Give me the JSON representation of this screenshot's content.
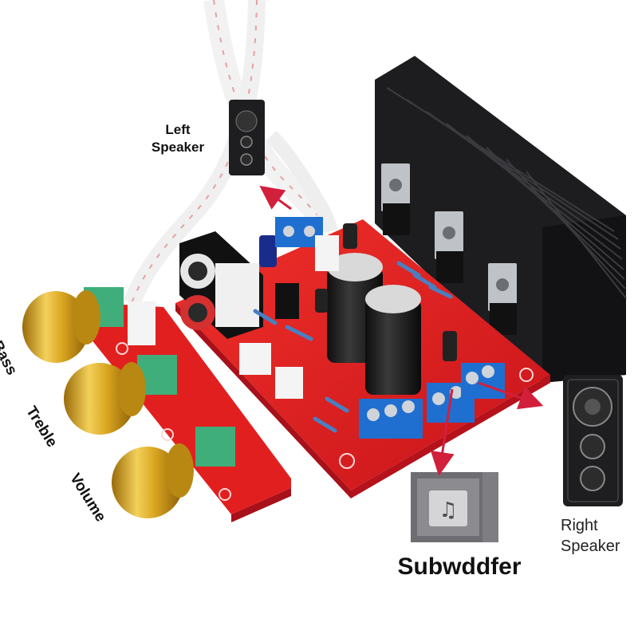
{
  "labels": {
    "left_speaker_line1": "Left",
    "left_speaker_line2": "Speaker",
    "right_speaker_line1": "Right",
    "right_speaker_line2": "Speaker",
    "subwoofer": "Subwddfer",
    "bass": "Bass",
    "treble": "Treble",
    "volume": "Volume"
  },
  "colors": {
    "pcb": "#e21f1f",
    "heatsink": "#1d1d1f",
    "knob_gold": "#d9a520",
    "terminal_blue": "#1f6fd0",
    "pot_green": "#3fae7a",
    "arrow": "#d21f3c"
  },
  "icons": [
    "speaker-icon",
    "subwoofer-icon",
    "music-note-icon",
    "arrow-icon"
  ]
}
